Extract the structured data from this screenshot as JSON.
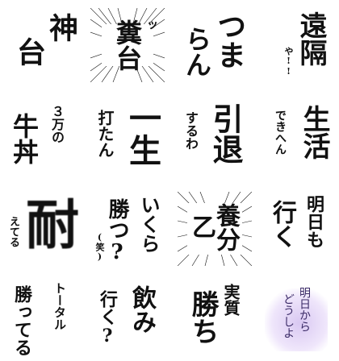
{
  "stamps": [
    {
      "id": "jingi",
      "lines": [
        "神",
        "台"
      ]
    },
    {
      "id": "buntai",
      "lines": [
        "糞台"
      ],
      "small": "ッ"
    },
    {
      "id": "tsumaran",
      "lines": [
        "つま",
        "らん"
      ]
    },
    {
      "id": "enryo",
      "lines": [
        "遠隔"
      ],
      "small": "や!!"
    },
    {
      "id": "gyudon",
      "lines": [
        "牛丼"
      ],
      "small": "３万の"
    },
    {
      "id": "uttan",
      "lines": [
        "一生"
      ],
      "small": "打たん"
    },
    {
      "id": "intai",
      "lines": [
        "引退"
      ],
      "small": "するわ"
    },
    {
      "id": "seikatsu",
      "lines": [
        "生活"
      ],
      "small": "できへん"
    },
    {
      "id": "tai",
      "lines": [
        "耐"
      ],
      "small": "えてる"
    },
    {
      "id": "ikura",
      "lines": [
        "いくら",
        "勝つ?"
      ],
      "small": "(笑)"
    },
    {
      "id": "yobun",
      "lines": [
        "養分",
        "乙"
      ]
    },
    {
      "id": "ashita",
      "lines": [
        "明日も",
        "行く"
      ]
    },
    {
      "id": "total",
      "lines": [
        "トータル",
        "勝ってる"
      ]
    },
    {
      "id": "nomi",
      "lines": [
        "飲み",
        "行く?"
      ]
    },
    {
      "id": "jishitsu",
      "lines": [
        "実質",
        "勝ち"
      ]
    },
    {
      "id": "doushiyo",
      "lines": [
        "明日から",
        "どうしよ"
      ]
    }
  ]
}
